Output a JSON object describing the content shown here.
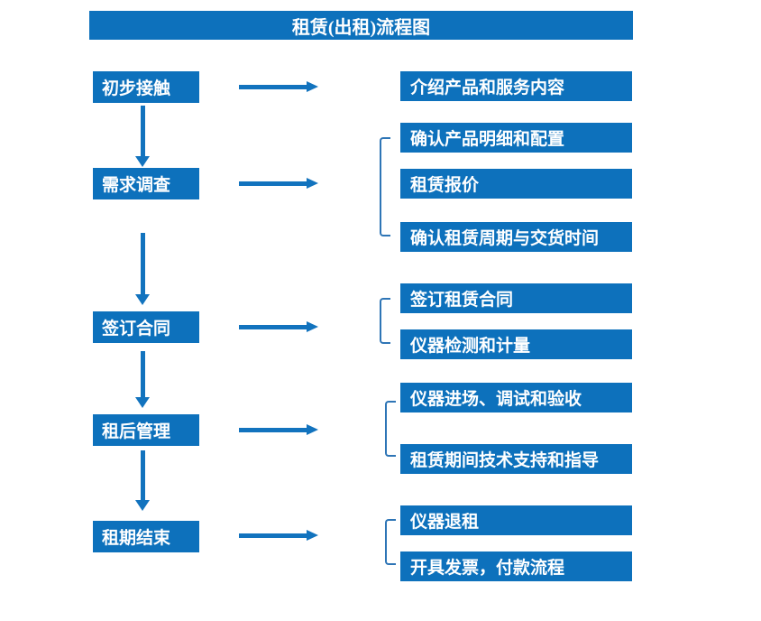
{
  "title": "租赁(出租)流程图",
  "colors": {
    "primary": "#0d71bc",
    "arrow": "#1273be",
    "bracket": "#2e75b6",
    "text": "#ffffff",
    "background": "#ffffff"
  },
  "steps": [
    {
      "label": "初步接触",
      "outputs": [
        "介绍产品和服务内容"
      ]
    },
    {
      "label": "需求调查",
      "outputs": [
        "确认产品明细和配置",
        "租赁报价",
        "确认租赁周期与交货时间"
      ]
    },
    {
      "label": "签订合同",
      "outputs": [
        "签订租赁合同",
        "仪器检测和计量"
      ]
    },
    {
      "label": "租后管理",
      "outputs": [
        "仪器进场、调试和验收",
        "租赁期间技术支持和指导"
      ]
    },
    {
      "label": "租期结束",
      "outputs": [
        "仪器退租",
        "开具发票，付款流程"
      ]
    }
  ]
}
